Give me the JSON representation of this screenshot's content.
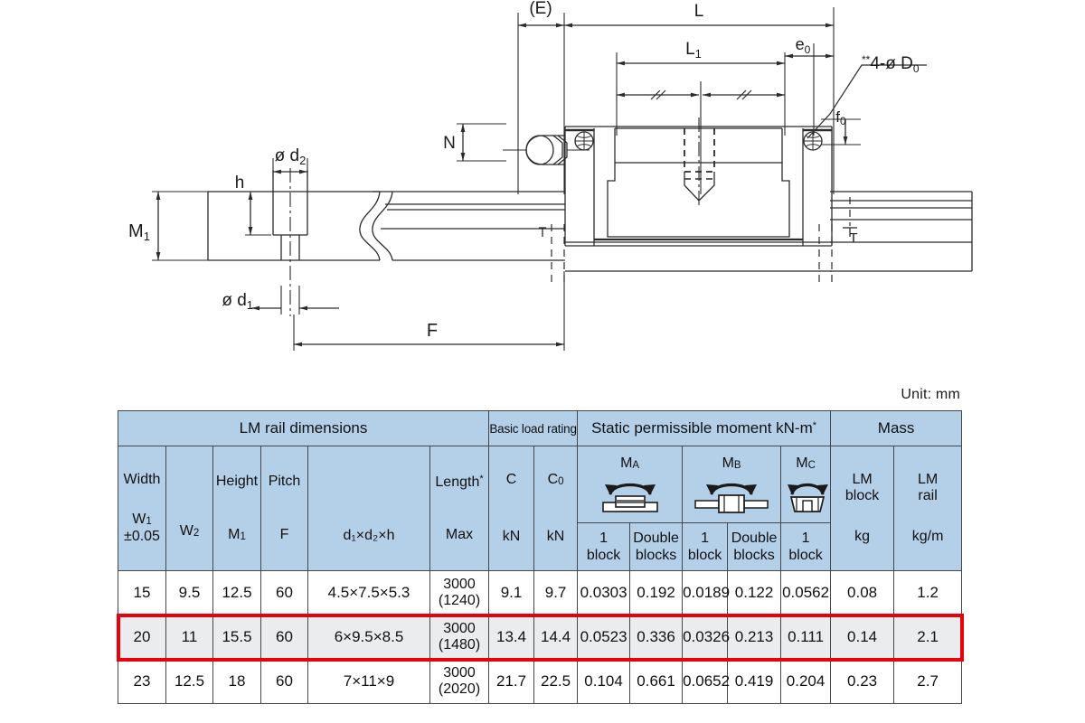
{
  "drawing": {
    "labels": {
      "E": "(E)",
      "L": "L",
      "L1": "L",
      "L1_sub": "1",
      "e0": "e",
      "e0_sub": "0",
      "D0_callout": "**4-ø D",
      "D0_sub": "0",
      "f0": "f",
      "f0_sub": "0",
      "N": "N",
      "M1": "M",
      "M1_sub": "1",
      "h": "h",
      "d2": "ø d",
      "d2_sub": "2",
      "d1": "ø d",
      "d1_sub": "1",
      "F": "F",
      "T": "T"
    }
  },
  "unit_note": "Unit: mm",
  "table": {
    "groups": {
      "lm_rail_dimensions": "LM rail dimensions",
      "basic_load_rating": "Basic load rating",
      "static_permissible_moment": "Static permissible moment kN-m",
      "static_permissible_moment_sup": "*",
      "mass": "Mass"
    },
    "headers": {
      "width": "Width",
      "height": "Height",
      "pitch": "Pitch",
      "length": "Length",
      "length_sup": "*",
      "w1": "W",
      "w1_sub": "1",
      "w1_tol": "±0.05",
      "w2": "W",
      "w2_sub": "2",
      "m1": "M",
      "m1_sub": "1",
      "f": "F",
      "dims_formula": "d₁×d₂×h",
      "max": "Max",
      "c": "C",
      "c0": "C",
      "c0_sub": "0",
      "kn": "kN",
      "ma": "M",
      "ma_sub": "A",
      "mb": "M",
      "mb_sub": "B",
      "mc": "M",
      "mc_sub": "C",
      "one_block": "1\nblock",
      "double_blocks": "Double\nblocks",
      "lm_block": "LM\nblock",
      "lm_rail": "LM\nrail",
      "kg": "kg",
      "kg_per_m": "kg/m"
    },
    "rows": [
      {
        "highlighted": false,
        "w1": "15",
        "w2": "9.5",
        "m1": "12.5",
        "f": "60",
        "d1d2h": "4.5×7.5×5.3",
        "length_max_top": "3000",
        "length_max_bottom": "(1240)",
        "c": "9.1",
        "c0": "9.7",
        "ma_1block": "0.0303",
        "ma_double": "0.192",
        "mb_1block": "0.0189",
        "mb_double": "0.122",
        "mc_1block": "0.0562",
        "mass_block": "0.08",
        "mass_rail": "1.2"
      },
      {
        "highlighted": true,
        "w1": "20",
        "w2": "11",
        "m1": "15.5",
        "f": "60",
        "d1d2h": "6×9.5×8.5",
        "length_max_top": "3000",
        "length_max_bottom": "(1480)",
        "c": "13.4",
        "c0": "14.4",
        "ma_1block": "0.0523",
        "ma_double": "0.336",
        "mb_1block": "0.0326",
        "mb_double": "0.213",
        "mc_1block": "0.111",
        "mass_block": "0.14",
        "mass_rail": "2.1"
      },
      {
        "highlighted": false,
        "w1": "23",
        "w2": "12.5",
        "m1": "18",
        "f": "60",
        "d1d2h": "7×11×9",
        "length_max_top": "3000",
        "length_max_bottom": "(2020)",
        "c": "21.7",
        "c0": "22.5",
        "ma_1block": "0.104",
        "ma_double": "0.661",
        "mb_1block": "0.0652",
        "mb_double": "0.419",
        "mc_1block": "0.204",
        "mass_block": "0.23",
        "mass_rail": "2.7"
      }
    ]
  },
  "colors": {
    "header_blue": "#b4cfe8",
    "highlight_red": "#e8000d",
    "highlight_row_bg": "#ebeced",
    "line": "#2b2b2b"
  }
}
